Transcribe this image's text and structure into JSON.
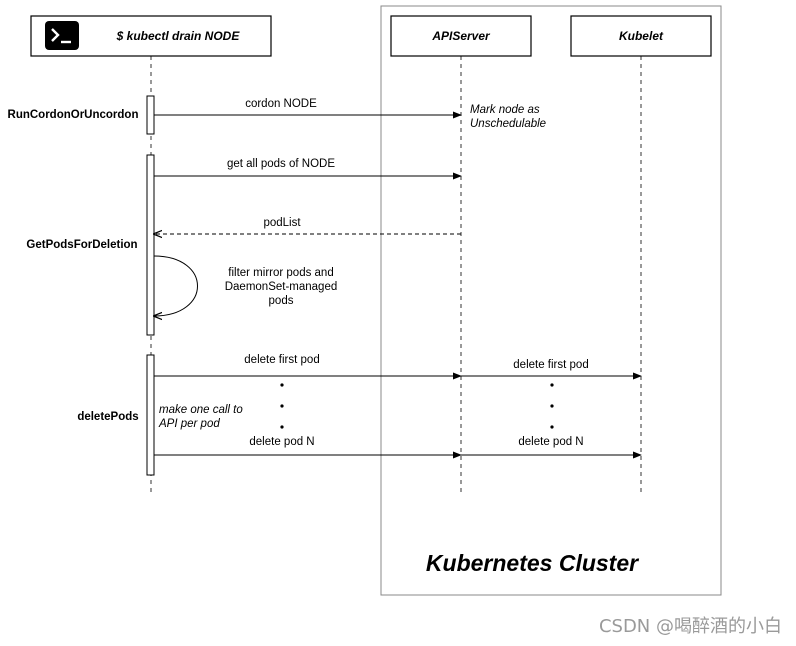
{
  "participants": {
    "cli": "$ kubectl drain NODE",
    "apiserver": "APIServer",
    "kubelet": "Kubelet"
  },
  "cluster_label": "Kubernetes Cluster",
  "phases": {
    "cordon": "RunCordonOrUncordon",
    "get_pods": "GetPodsForDeletion",
    "delete": "deletePods"
  },
  "messages": {
    "cordon": "cordon NODE",
    "get_all_pods": "get all pods of NODE",
    "pod_list": "podList",
    "delete_first_api": "delete first pod",
    "delete_first_kubelet": "delete first pod",
    "delete_n_api": "delete pod N",
    "delete_n_kubelet": "delete pod N"
  },
  "notes": {
    "mark_unschedulable": [
      "Mark node as",
      "Unschedulable"
    ],
    "filter": [
      "filter mirror pods and",
      "DaemonSet-managed",
      "pods"
    ],
    "one_call": [
      "make one call to",
      "API per pod"
    ]
  },
  "icons": {
    "terminal": "terminal-icon"
  },
  "colors": {
    "line": "#000000",
    "frame": "#888888",
    "lifeline": "#333333"
  },
  "watermark": "CSDN @喝醉酒的小白"
}
